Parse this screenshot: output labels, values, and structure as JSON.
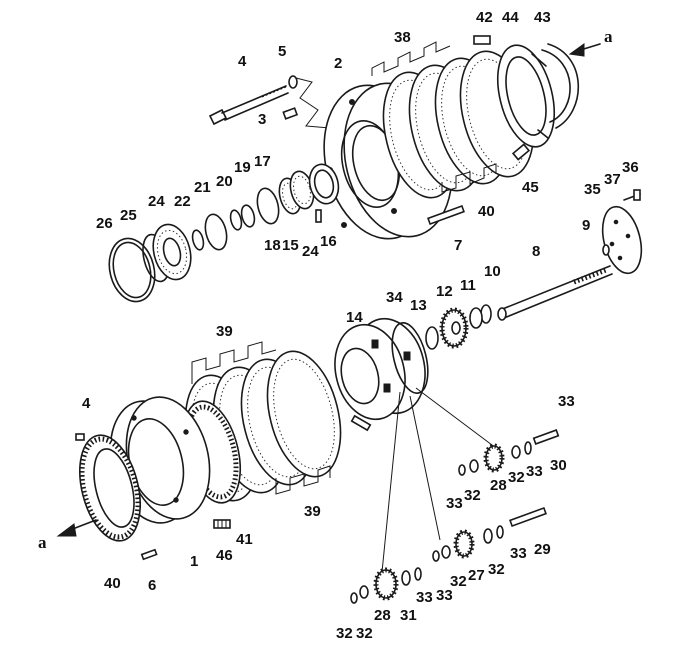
{
  "diagram": {
    "view_labels": {
      "top": "a",
      "bottom": "a"
    },
    "callouts": {
      "c1": "1",
      "c2": "2",
      "c3": "3",
      "c4a": "4",
      "c4b": "4",
      "c5": "5",
      "c6": "6",
      "c7": "7",
      "c8": "8",
      "c9": "9",
      "c10": "10",
      "c11": "11",
      "c12": "12",
      "c13": "13",
      "c14": "14",
      "c15": "15",
      "c16": "16",
      "c17": "17",
      "c18": "18",
      "c19": "19",
      "c20": "20",
      "c21": "21",
      "c22": "22",
      "c24a": "24",
      "c24b": "24",
      "c25": "25",
      "c26": "26",
      "c27": "27",
      "c28a": "28",
      "c28b": "28",
      "c29": "29",
      "c30": "30",
      "c31": "31",
      "c32a": "32",
      "c32b": "32",
      "c32c": "32",
      "c32d": "32",
      "c32e": "32",
      "c32f": "32",
      "c33a": "33",
      "c33b": "33",
      "c33c": "33",
      "c33d": "33",
      "c33e": "33",
      "c33f": "33",
      "c34": "34",
      "c35": "35",
      "c36": "36",
      "c37": "37",
      "c38": "38",
      "c39a": "39",
      "c39b": "39",
      "c40a": "40",
      "c40b": "40",
      "c41": "41",
      "c42": "42",
      "c43": "43",
      "c44": "44",
      "c45": "45",
      "c46": "46"
    }
  }
}
